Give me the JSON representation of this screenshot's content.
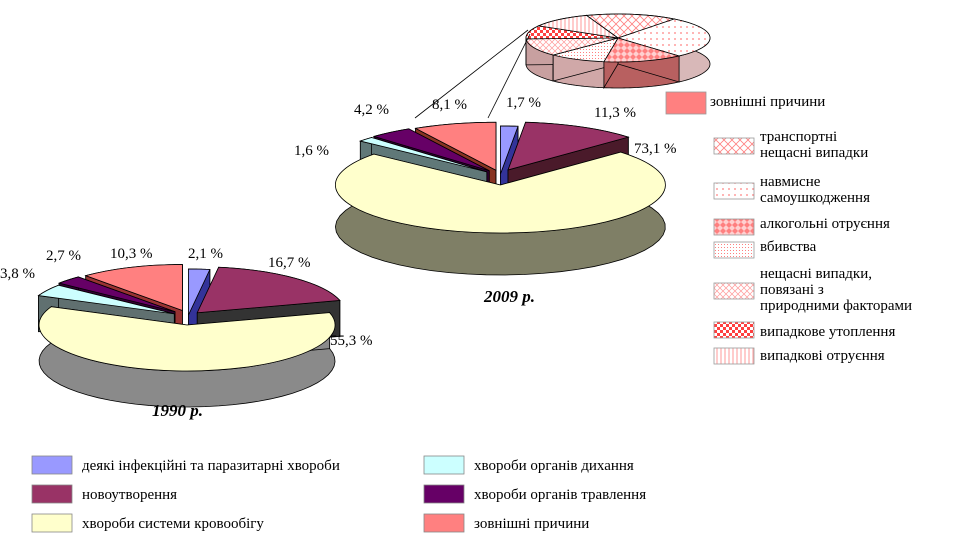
{
  "chart_data": [
    {
      "type": "pie",
      "title": "1990 р.",
      "categories": [
        "деякі інфекційні та паразитарні хвороби",
        "новоутворення",
        "хвороби системи кровообігу",
        "хвороби органів дихання",
        "хвороби органів травлення",
        "зовнішні причини"
      ],
      "values": [
        2.1,
        16.7,
        55.3,
        3.8,
        2.7,
        10.3
      ],
      "labels": [
        "2,1 %",
        "16,7 %",
        "55,3 %",
        "3,8 %",
        "2,7 %",
        "10,3 %"
      ]
    },
    {
      "type": "pie",
      "title": "2009 р.",
      "categories": [
        "деякі інфекційні та паразитарні хвороби",
        "новоутворення",
        "хвороби системи кровообігу",
        "хвороби органів дихання",
        "хвороби органів травлення",
        "зовнішні причини"
      ],
      "values": [
        1.7,
        11.3,
        73.1,
        1.6,
        4.2,
        8.1
      ],
      "labels": [
        "1,7 %",
        "11,3 %",
        "73,1 %",
        "1,6 %",
        "4,2 %",
        "8,1 %"
      ]
    },
    {
      "type": "pie",
      "title": "",
      "subtitle": "зовнішні причини",
      "categories": [
        "транспортні нещасні випадки",
        "навмисне самоушкодження",
        "алкогольні отруєння",
        "вбивства",
        "нещасні випадки, повязані з природними факторами",
        "випадкове утоплення",
        "випадкові отруєння"
      ],
      "values": [
        16,
        28,
        14,
        10,
        12,
        9,
        11
      ]
    }
  ],
  "legend": [
    {
      "label": "деякі інфекційні та паразитарні хвороби",
      "color": "#9999ff"
    },
    {
      "label": "хвороби органів дихання",
      "color": "#ccffff"
    },
    {
      "label": "новоутворення",
      "color": "#993366"
    },
    {
      "label": "хвороби органів травлення",
      "color": "#660066"
    },
    {
      "label": "хвороби системи кровообігу",
      "color": "#ffffcc"
    },
    {
      "label": "зовнішні причини",
      "color": "#ff8080"
    }
  ],
  "sublegend": [
    {
      "label": "зовнішні причини",
      "pattern": "solid"
    },
    {
      "label": "транспортні\nнещасні випадки",
      "pattern": "cross"
    },
    {
      "label": "навмисне\nсамоушкодження",
      "pattern": "dots"
    },
    {
      "label": "алкогольні отруєння",
      "pattern": "diamond"
    },
    {
      "label": "вбивства",
      "pattern": "fine"
    },
    {
      "label": "нещасні випадки,\nповязані з\nприродними факторами",
      "pattern": "cross2"
    },
    {
      "label": "випадкове утоплення",
      "pattern": "check"
    },
    {
      "label": "випадкові отруєння",
      "pattern": "vlines"
    }
  ],
  "colors": {
    "infection": "#9999ff",
    "neoplasm": "#993366",
    "circulatory": "#ffffcc",
    "respiratory": "#ccffff",
    "digestive": "#660066",
    "external": "#ff8080"
  }
}
